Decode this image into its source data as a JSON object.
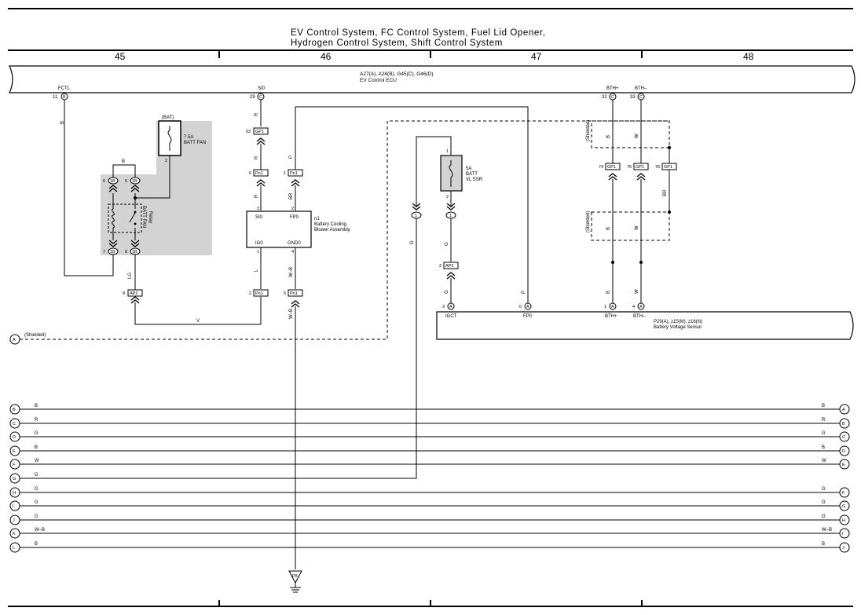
{
  "title": {
    "line1": "EV Control System,  FC Control System,  Fuel Lid Opener,",
    "line2": "Hydrogen Control System,  Shift Control System"
  },
  "columns": [
    "45",
    "46",
    "47",
    "48"
  ],
  "ecu": {
    "part_codes": "A27(A), A28(B), G45(C), G46(D)",
    "name": "EV Control ECU",
    "pins": [
      {
        "name": "FCTL",
        "num": "11",
        "conn": "B"
      },
      {
        "name": "SI0",
        "num": "29",
        "conn": "C"
      },
      {
        "name": "BTH+",
        "num": "32",
        "conn": "C"
      },
      {
        "name": "BTH–",
        "num": "33",
        "conn": "C"
      }
    ]
  },
  "fuse_batt_fan": {
    "source": "(BAT)",
    "rating": "7.5A",
    "name": "BATT FAN",
    "pin": "2"
  },
  "relay": {
    "name": "BATT FAN",
    "name2": "Relay",
    "terminals": [
      "6",
      "5",
      "7",
      "8"
    ],
    "conn": "1B"
  },
  "fuse_vl_ssr": {
    "rating": "5A",
    "name1": "BATT",
    "name2": "VL SSR",
    "pin_top": "1",
    "pin_bottom": "2"
  },
  "blower": {
    "id": "n1",
    "name1": "Battery Cooling",
    "name2": "Blower Assembly",
    "pins": {
      "si0": "SI0",
      "fp0": "FP0",
      "ig0": "IG0",
      "gnd0": "GND0",
      "n3": "3",
      "n2": "2",
      "n1": "1",
      "n4": "4"
    }
  },
  "sensor": {
    "part_codes": "P29(A), z15(M), z16(N)",
    "name": "Battery Voltage Sensor",
    "pins": [
      {
        "num": "3",
        "name": "IGCT"
      },
      {
        "num": "6",
        "name": "FP0"
      },
      {
        "num": "1",
        "name": "BTH+"
      },
      {
        "num": "4",
        "name": "BTH–"
      }
    ]
  },
  "connectors": {
    "gp1": "GP1",
    "pn1": "Pn1",
    "ap2": "AP2",
    "n63": "63",
    "n6": "6",
    "n1": "1",
    "n8": "8",
    "n2": "2",
    "n5": "5",
    "n74": "74",
    "n75": "75",
    "n76": "76",
    "n2b": "2",
    "circ1": "1"
  },
  "wire_colors": {
    "b": "B",
    "r": "R",
    "p": "P",
    "br": "BR",
    "g": "G",
    "lg": "LG",
    "l": "L",
    "wb": "W–B",
    "v": "V",
    "w": "W"
  },
  "shielded": "(Shielded)",
  "ground": "P8",
  "left_bus": [
    {
      "letter": "A",
      "color": "(Shielded)"
    },
    {
      "letter": "B",
      "color": "B"
    },
    {
      "letter": "C",
      "color": "R"
    },
    {
      "letter": "D",
      "color": "G"
    },
    {
      "letter": "E",
      "color": "B"
    },
    {
      "letter": "F",
      "color": "W"
    },
    {
      "letter": "G",
      "color": "G"
    },
    {
      "letter": "H",
      "color": "G"
    },
    {
      "letter": "I",
      "color": "G"
    },
    {
      "letter": "J",
      "color": "G"
    },
    {
      "letter": "K",
      "color": "W–B"
    },
    {
      "letter": "L",
      "color": "B"
    }
  ],
  "right_bus": [
    {
      "letter": "A",
      "color": "B"
    },
    {
      "letter": "B",
      "color": "R"
    },
    {
      "letter": "C",
      "color": "G"
    },
    {
      "letter": "D",
      "color": "B"
    },
    {
      "letter": "E",
      "color": "W"
    },
    {
      "letter": "F",
      "color": "G"
    },
    {
      "letter": "G",
      "color": "G"
    },
    {
      "letter": "H",
      "color": "G"
    },
    {
      "letter": "I",
      "color": "W–B"
    },
    {
      "letter": "J",
      "color": "B"
    }
  ]
}
